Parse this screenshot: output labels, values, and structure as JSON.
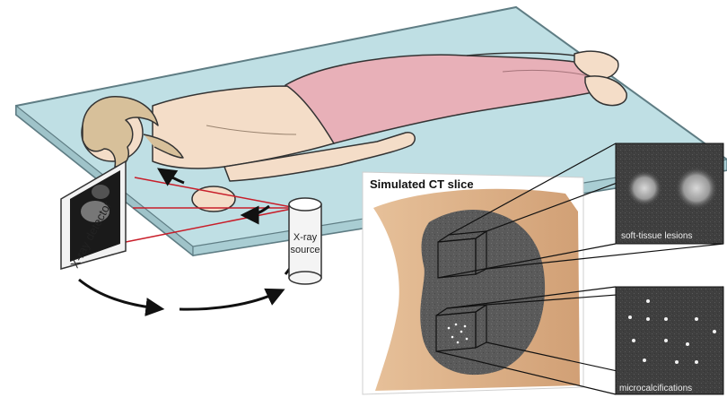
{
  "labels": {
    "detector": "X-ray detector",
    "source_line1": "X-ray",
    "source_line2": "source",
    "ct_title": "Simulated CT slice",
    "lesions": "soft-tissue lesions",
    "calcs": "microcalcifications"
  },
  "colors": {
    "table": "#bfdfe4",
    "table_edge": "#5f7d84",
    "skin": "#f4ddc8",
    "pants": "#e8b0b8",
    "hair": "#d7c09a",
    "beam": "#c81e2a",
    "ct_tissue": "#d9a46f",
    "ct_breast": "#5b5b5b",
    "inset_bg": "#3e3e3e"
  },
  "icons": [
    "rotation-arrow-icon",
    "beam-line-icon"
  ]
}
